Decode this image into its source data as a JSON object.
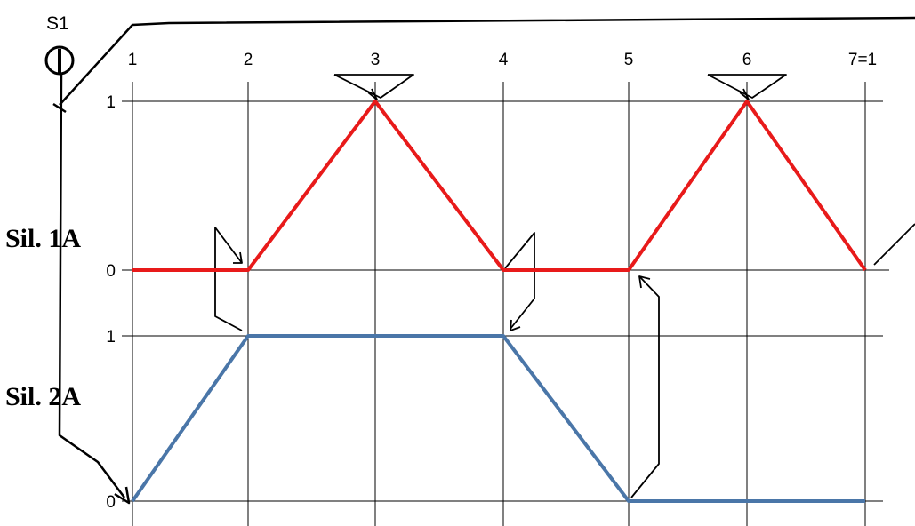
{
  "diagram": {
    "switch_label": "S1",
    "step_labels": [
      "1",
      "2",
      "3",
      "4",
      "5",
      "6",
      "7=1"
    ],
    "cylinders": [
      {
        "label": "Sil. 1A",
        "level_high": "1",
        "level_low": "0",
        "color": "#e81a1a",
        "profile": [
          0,
          0,
          1,
          0,
          0,
          1,
          0
        ]
      },
      {
        "label": "Sil. 2A",
        "level_high": "1",
        "level_low": "0",
        "color": "#4a76a8",
        "profile": [
          0,
          1,
          1,
          1,
          0,
          0,
          0
        ]
      }
    ],
    "grid_color": "#000000",
    "arrow_color": "#000000"
  }
}
